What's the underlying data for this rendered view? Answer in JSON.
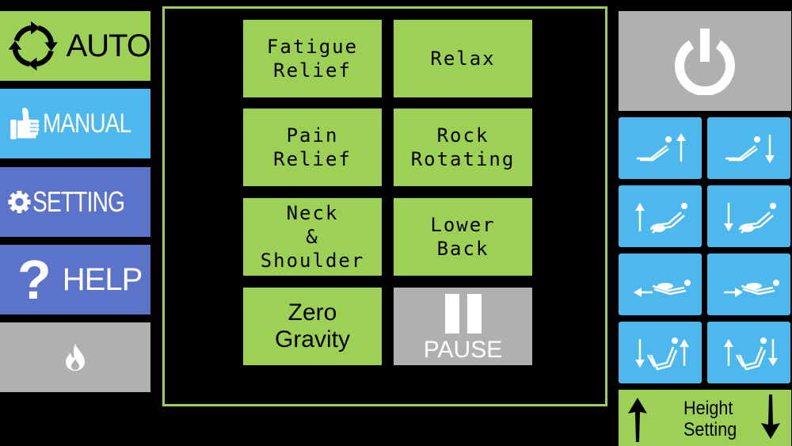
{
  "nav": {
    "auto_label": "AUTO",
    "manual_label": "MANUAL",
    "setting_label": "SETTING",
    "help_label": "HELP",
    "heat_icon": "flame-icon"
  },
  "programs": [
    {
      "label": "Fatigue\nRelief"
    },
    {
      "label": "Relax"
    },
    {
      "label": "Pain\nRelief"
    },
    {
      "label": "Rock\nRotating"
    },
    {
      "label": "Neck\n&\nShoulder"
    },
    {
      "label": "Lower\nBack"
    },
    {
      "label": "Zero\nGravity"
    },
    {
      "label": "PAUSE"
    }
  ],
  "controls": {
    "power_icon": "power-icon",
    "height_label_1": "Height",
    "height_label_2": "Setting",
    "tiles": [
      "backrest-up-icon",
      "backrest-down-icon",
      "recline-up-icon",
      "recline-down-icon",
      "leg-rest-out-icon",
      "leg-rest-in-icon",
      "tilt-down-icon",
      "tilt-up-icon"
    ]
  },
  "colors": {
    "green": "#9cd155",
    "blue": "#4db8ee",
    "indigo": "#5b73c8",
    "gray": "#b0b0b0"
  }
}
